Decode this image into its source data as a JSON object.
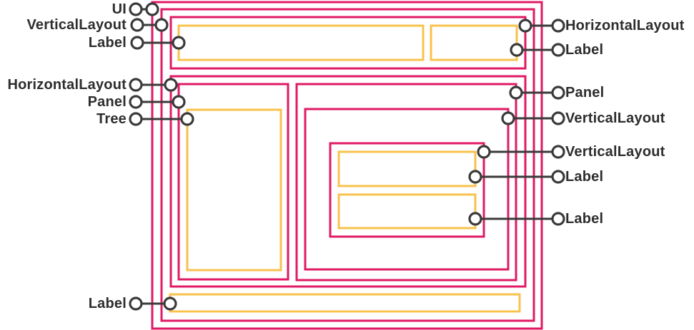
{
  "diagram": {
    "colors": {
      "frame_pink": "#e01a64",
      "widget_yellow": "#f8c24d",
      "connector_dark": "#3a3a3a",
      "background": "#ffffff"
    },
    "callouts_left": [
      {
        "text": "UI"
      },
      {
        "text": "VerticalLayout"
      },
      {
        "text": "Label"
      },
      {
        "text": "HorizontalLayout"
      },
      {
        "text": "Panel"
      },
      {
        "text": "Tree"
      },
      {
        "text": "Label"
      }
    ],
    "callouts_right": [
      {
        "text": "HorizontalLayout"
      },
      {
        "text": "Label"
      },
      {
        "text": "Panel"
      },
      {
        "text": "VerticalLayout"
      },
      {
        "text": "VerticalLayout"
      },
      {
        "text": "Label"
      },
      {
        "text": "Label"
      }
    ],
    "hierarchy": {
      "type": "UI",
      "children": [
        {
          "type": "VerticalLayout",
          "children": [
            {
              "type": "HorizontalLayout",
              "children": [
                {
                  "type": "Label"
                },
                {
                  "type": "Label"
                }
              ]
            },
            {
              "type": "HorizontalLayout",
              "children": [
                {
                  "type": "Panel",
                  "children": [
                    {
                      "type": "Tree"
                    }
                  ]
                },
                {
                  "type": "Panel",
                  "children": [
                    {
                      "type": "VerticalLayout",
                      "children": [
                        {
                          "type": "VerticalLayout",
                          "children": [
                            {
                              "type": "Label"
                            },
                            {
                              "type": "Label"
                            }
                          ]
                        }
                      ]
                    }
                  ]
                }
              ]
            },
            {
              "type": "Label"
            }
          ]
        }
      ]
    }
  }
}
